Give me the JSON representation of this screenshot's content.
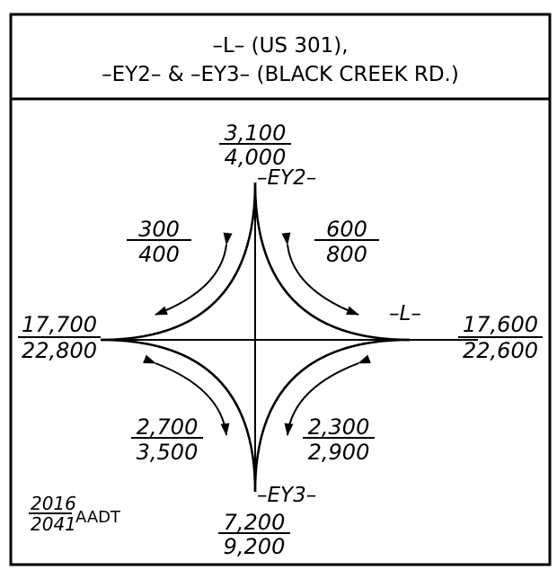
{
  "header": {
    "line1": "–L–  (US 301),",
    "line2": "–EY2– & –EY3– (BLACK CREEK RD.)"
  },
  "roads": {
    "north": "–EY2–",
    "south": "–EY3–",
    "east": "–L–"
  },
  "volumes": {
    "north": {
      "top": "3,100",
      "bottom": "4,000"
    },
    "south": {
      "top": "7,200",
      "bottom": "9,200"
    },
    "west": {
      "top": "17,700",
      "bottom": "22,800"
    },
    "east": {
      "top": "17,600",
      "bottom": "22,600"
    },
    "nw": {
      "top": "300",
      "bottom": "400"
    },
    "ne": {
      "top": "600",
      "bottom": "800"
    },
    "sw": {
      "top": "2,700",
      "bottom": "3,500"
    },
    "se": {
      "top": "2,300",
      "bottom": "2,900"
    }
  },
  "legend": {
    "year1": "2016",
    "year2": "2041",
    "label": "AADT"
  }
}
